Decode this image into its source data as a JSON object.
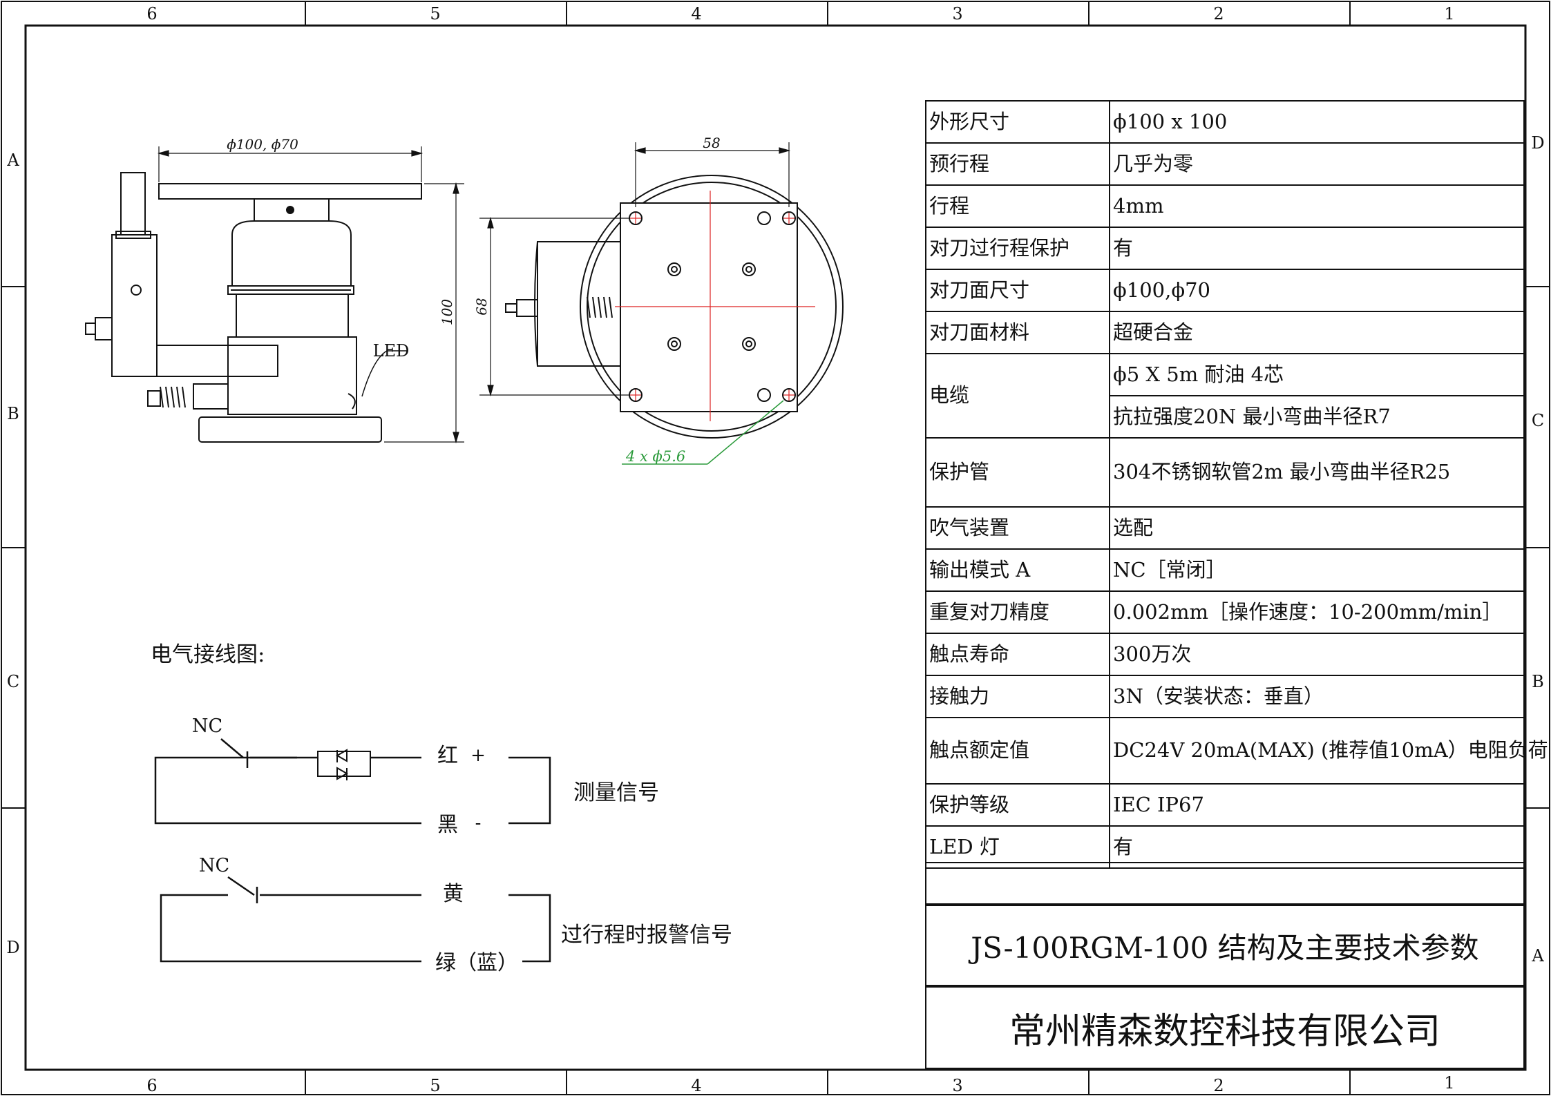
{
  "border": {
    "top_numbers": [
      "6",
      "5",
      "4",
      "3",
      "2",
      "1"
    ],
    "bottom_numbers": [
      "6",
      "5",
      "4",
      "3",
      "2",
      "1"
    ],
    "left_letters": [
      "A",
      "B",
      "C",
      "D"
    ],
    "right_letters": [
      "D",
      "C",
      "B",
      "A"
    ]
  },
  "drawing": {
    "side_view": {
      "dim_diameter": "ϕ100, ϕ70",
      "dim_height": "100",
      "led_label": "LED"
    },
    "top_view": {
      "dim_width": "58",
      "dim_height": "68",
      "hole_note": "4 x ϕ5.6"
    }
  },
  "wiring": {
    "title": "电气接线图:",
    "circuit1": {
      "nc": "NC",
      "red": "红",
      "plus": "+",
      "black": "黑",
      "minus": "-",
      "signal": "测量信号"
    },
    "circuit2": {
      "nc": "NC",
      "yellow": "黄",
      "green": "绿（蓝）",
      "signal": "过行程时报警信号"
    }
  },
  "specs": [
    {
      "key": "外形尺寸",
      "value": "ϕ100 x 100"
    },
    {
      "key": "预行程",
      "value": "几乎为零"
    },
    {
      "key": "行程",
      "value": "4mm"
    },
    {
      "key": "对刀过行程保护",
      "value": "有"
    },
    {
      "key": "对刀面尺寸",
      "value": "ϕ100,ϕ70"
    },
    {
      "key": "对刀面材料",
      "value": "超硬合金"
    },
    {
      "key": "电缆",
      "value": "ϕ5 X 5m 耐油 4芯",
      "value2": "抗拉强度20N 最小弯曲半径R7"
    },
    {
      "key": "保护管",
      "value": "304不锈钢软管2m 最小弯曲半径R25"
    },
    {
      "key": "吹气装置",
      "value": " 选配"
    },
    {
      "key": "输出模式 A",
      "value": "NC［常闭］"
    },
    {
      "key": "重复对刀精度",
      "value": "0.002mm［操作速度：10-200mm/min］"
    },
    {
      "key": "触点寿命",
      "value": "300万次"
    },
    {
      "key": "接触力",
      "value": "3N（安装状态：垂直）"
    },
    {
      "key": "触点额定值",
      "value": "DC24V 20mA(MAX) (推荐值10mA）电阻负荷"
    },
    {
      "key": "保护等级",
      "value": "IEC IP67"
    },
    {
      "key": "LED 灯",
      "value": "有"
    }
  ],
  "title_block": {
    "title": "JS-100RGM-100 结构及主要技术参数",
    "company": "常州精森数控科技有限公司"
  }
}
